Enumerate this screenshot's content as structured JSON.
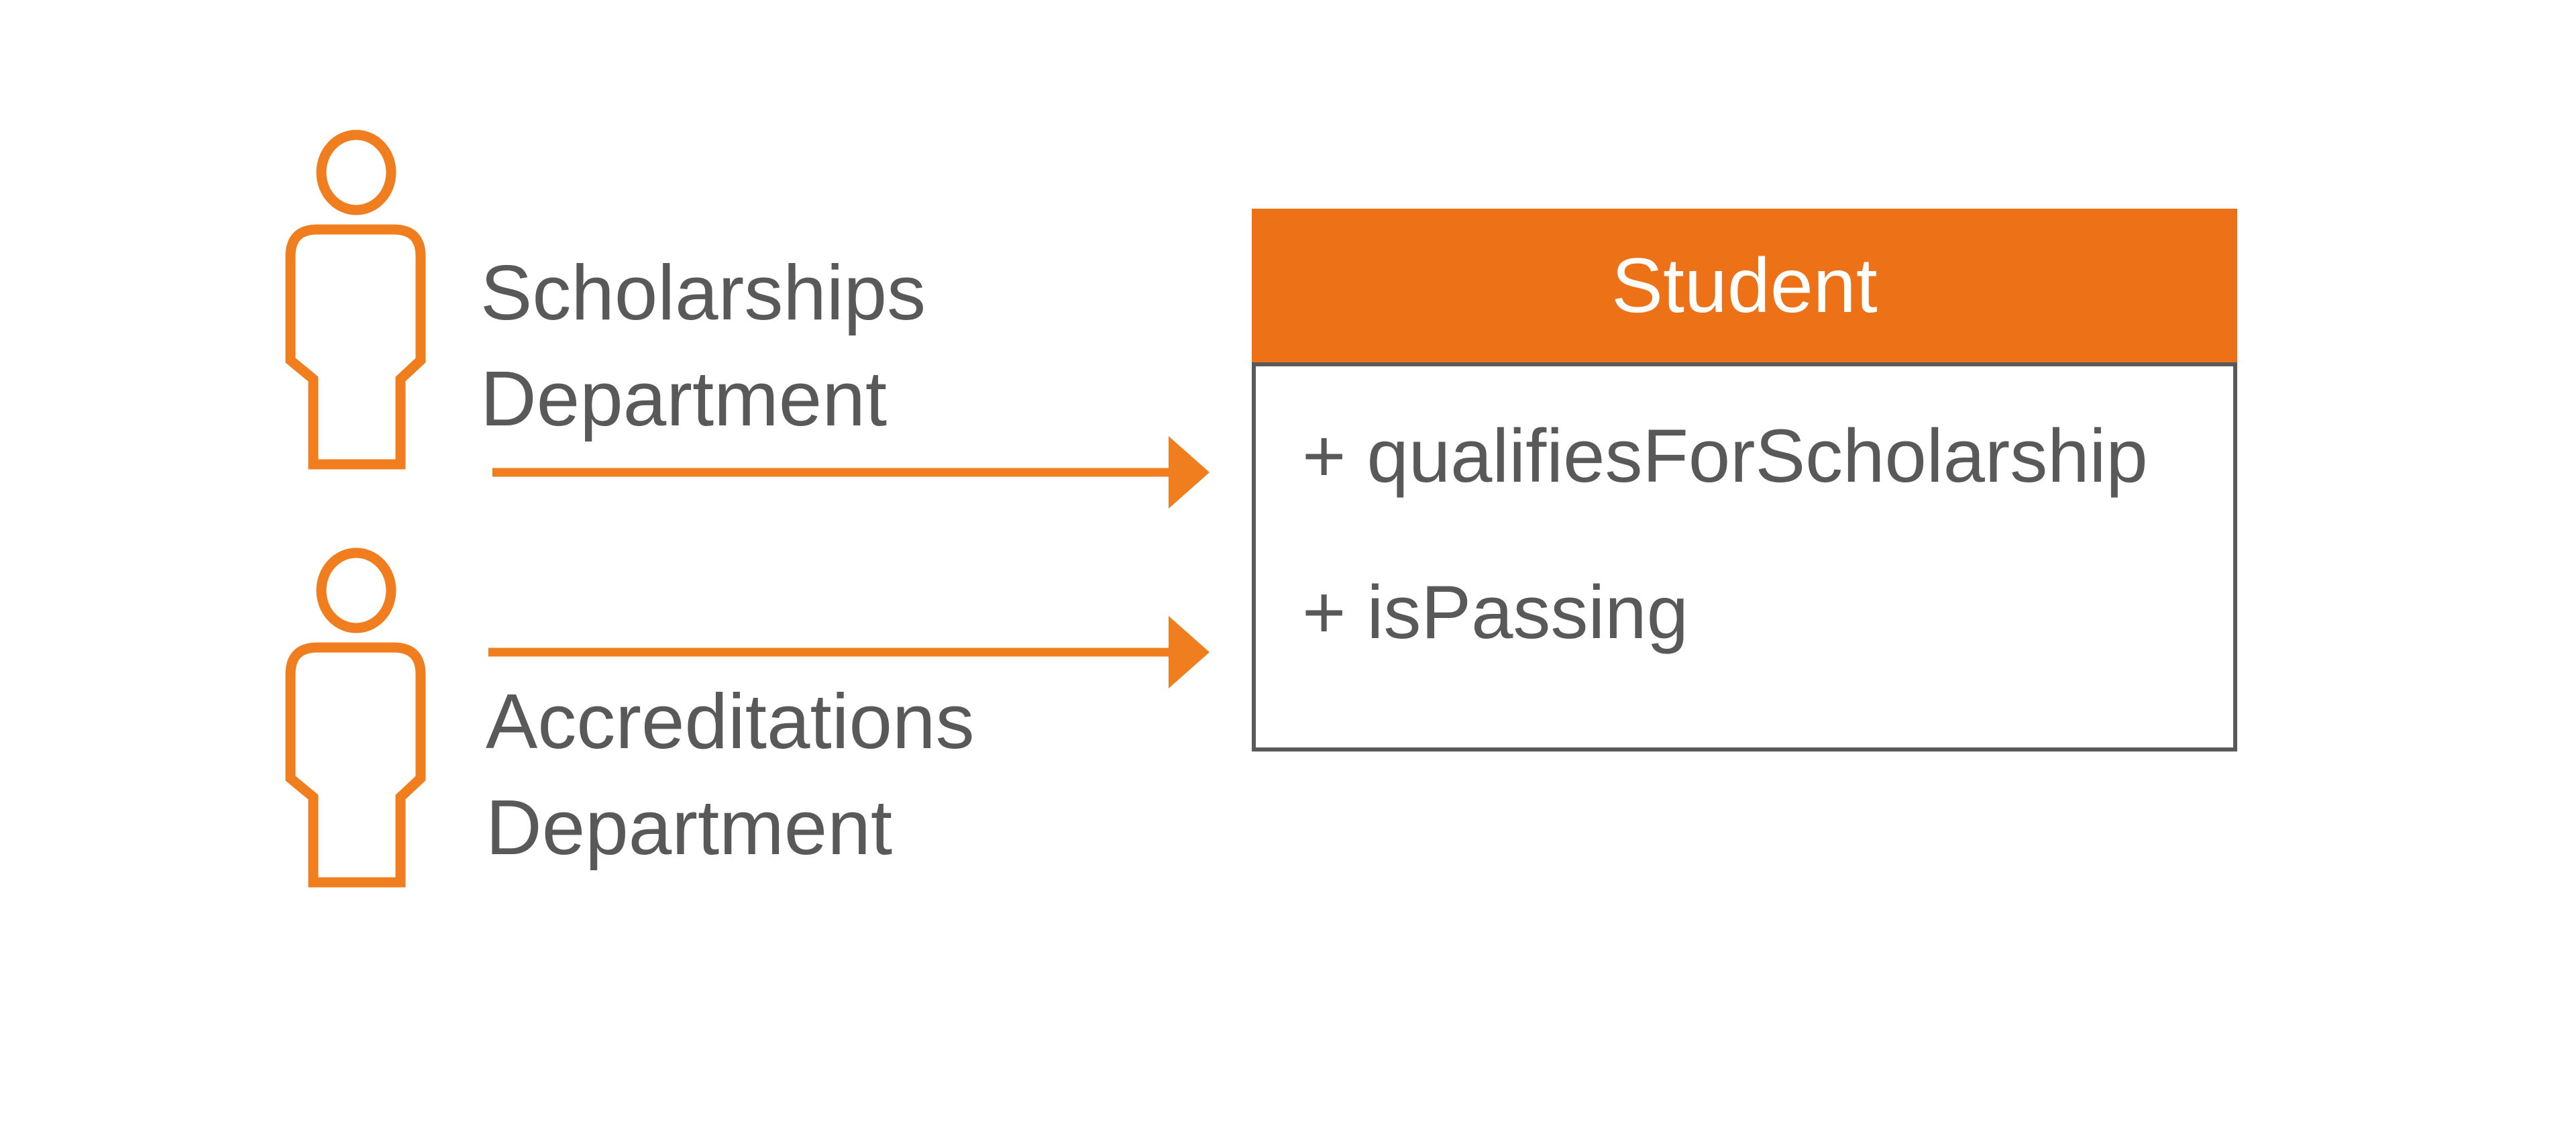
{
  "diagram": {
    "actors": [
      {
        "label_line1": "Scholarships",
        "label_line2": "Department"
      },
      {
        "label_line1": "Accreditations",
        "label_line2": "Department"
      }
    ],
    "class_box": {
      "title": "Student",
      "attributes": [
        "+ qualifiesForScholarship",
        "+ isPassing"
      ]
    },
    "colors": {
      "accent_orange_fill": "#ED7117",
      "accent_orange_outline": "#F07D1E",
      "text_gray": "#595959",
      "border_gray": "#595959",
      "title_text": "#FFFFFF",
      "background": "#FFFFFF"
    }
  }
}
